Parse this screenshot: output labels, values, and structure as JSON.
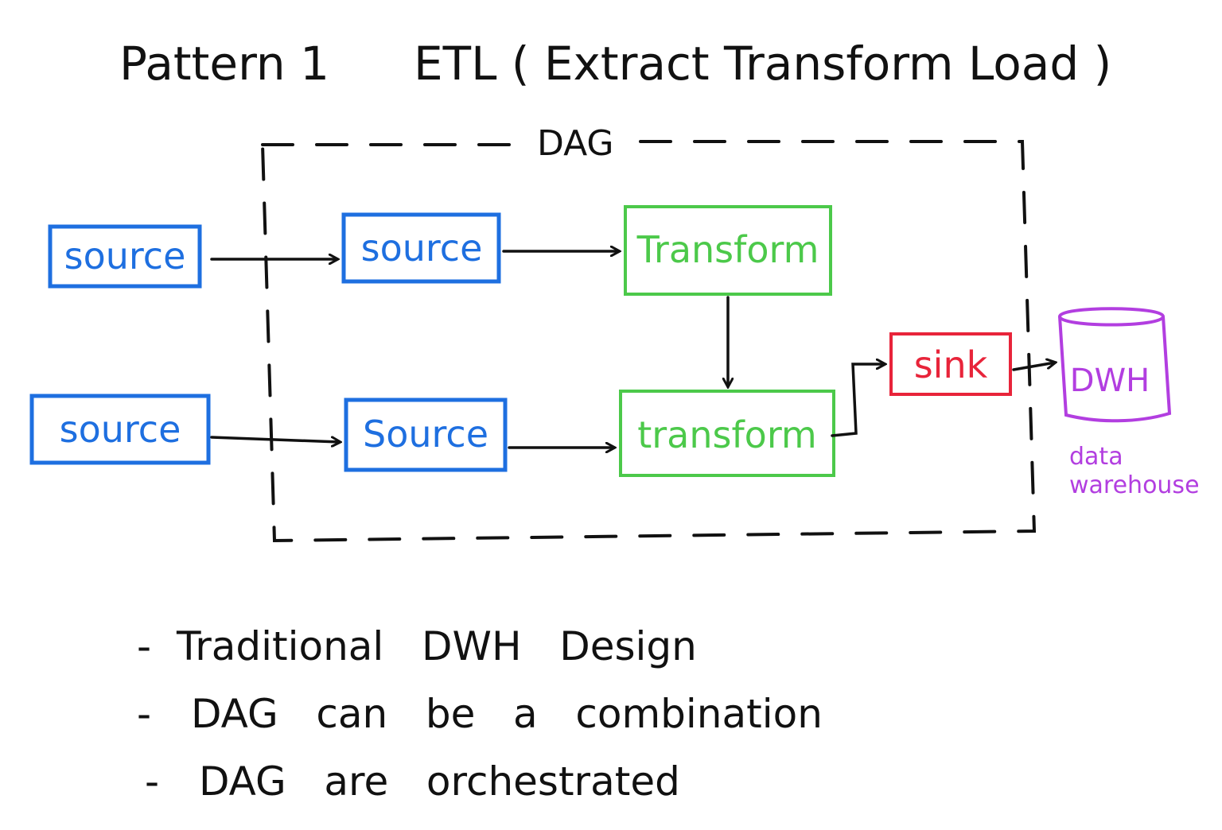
{
  "title": {
    "pattern": "Pattern 1",
    "name": "ETL ( Extract Transform Load )"
  },
  "dag_label": "DAG",
  "nodes": {
    "ext_source_top": "source",
    "ext_source_bottom": "source",
    "dag_source_top": "source",
    "dag_source_bottom": "Source",
    "transform_top": "Transform",
    "transform_bottom": "transform",
    "sink": "sink",
    "dwh": "DWH",
    "dwh_caption_line1": "data",
    "dwh_caption_line2": "warehouse"
  },
  "notes": [
    {
      "dash": "-",
      "text": "Traditional   DWH   Design"
    },
    {
      "dash": "-",
      "text": "DAG   can   be   a   combination"
    },
    {
      "dash": "-",
      "text": "DAG   are   orchestrated"
    }
  ],
  "colors": {
    "source": "#1e6fe0",
    "transform": "#4cc94a",
    "sink": "#e8243a",
    "dwh": "#b23ee0",
    "ink": "#111111"
  }
}
